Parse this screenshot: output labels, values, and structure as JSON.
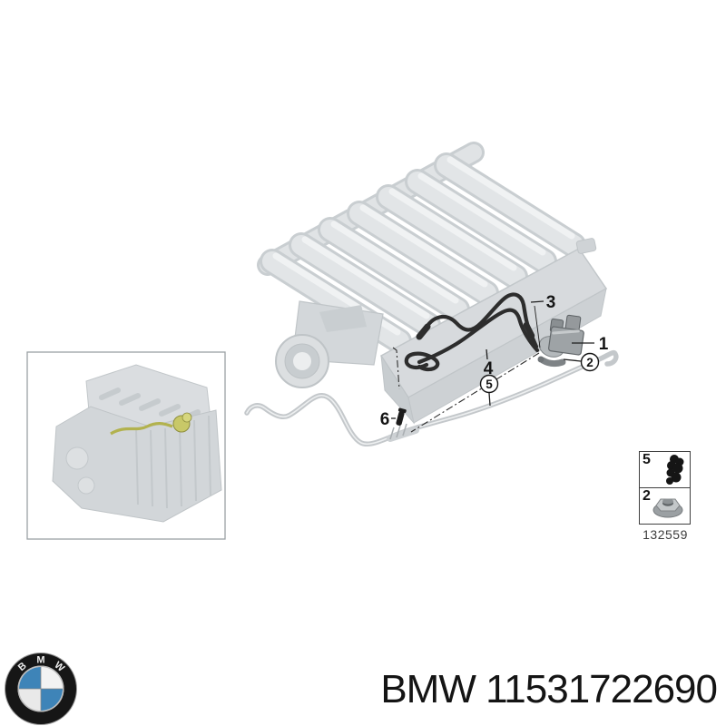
{
  "colors": {
    "hose_dark": "#2d2d2d",
    "pipe_light": "#c4c8cb",
    "manifold_light": "#dcdfe2",
    "highlight_yellow": "#b2b24e",
    "logo_blue": "#3e84b8",
    "text_black": "#141414"
  },
  "diagram": {
    "description": "BMW vacuum control engine parts diagram",
    "callouts": [
      {
        "label": "1",
        "circled": false,
        "points_to": "pressure-converter-valve"
      },
      {
        "label": "2",
        "circled": true,
        "points_to": "flange-nut"
      },
      {
        "label": "3",
        "circled": false,
        "points_to": "vacuum-hose-upper"
      },
      {
        "label": "4",
        "circled": false,
        "points_to": "vacuum-hose-lower"
      },
      {
        "label": "5",
        "circled": true,
        "points_to": "vacuum-pipe"
      },
      {
        "label": "6",
        "circled": false,
        "points_to": "mounting-bolt"
      }
    ],
    "parts_box": {
      "rows": [
        {
          "ref": "5",
          "icon": "retaining-clip-icon"
        },
        {
          "ref": "2",
          "icon": "flange-nut-icon"
        }
      ],
      "diagram_id": "132559"
    }
  },
  "footer": {
    "logo": {
      "letters": [
        "B",
        "M",
        "W"
      ]
    },
    "title": "BMW 11531722690"
  }
}
